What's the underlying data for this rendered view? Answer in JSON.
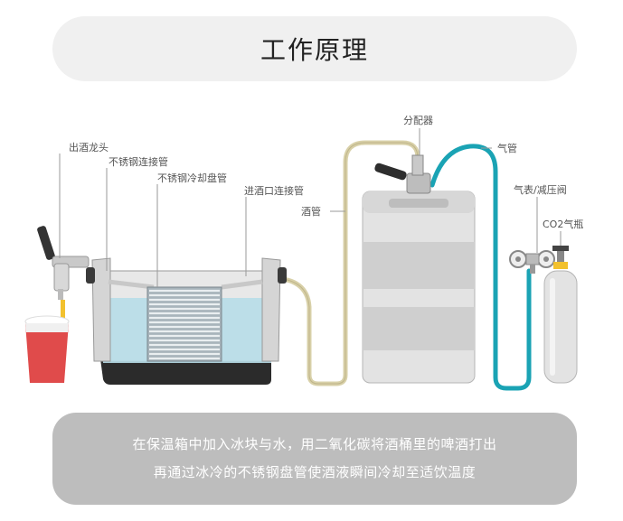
{
  "title": "工作原理",
  "labels": {
    "tap": "出酒龙头",
    "steel_pipe": "不锈钢连接管",
    "coil": "不锈钢冷却盘管",
    "inlet": "进酒口连接管",
    "beer_line": "酒管",
    "coupler": "分配器",
    "gas_line": "气管",
    "regulator": "气表/减压阀",
    "co2": "CO2气瓶"
  },
  "caption": {
    "line1": "在保温箱中加入冰块与水，用二氧化碳将酒桶里的啤酒打出",
    "line2": "再通过冰冷的不锈钢盘管使酒液瞬间冷却至适饮温度"
  },
  "colors": {
    "beer_line": "#d8d0a8",
    "gas_line": "#1aa3b4",
    "cup": "#e04b4b",
    "water": "#b7dde8",
    "keg": "#e3e3e3"
  }
}
